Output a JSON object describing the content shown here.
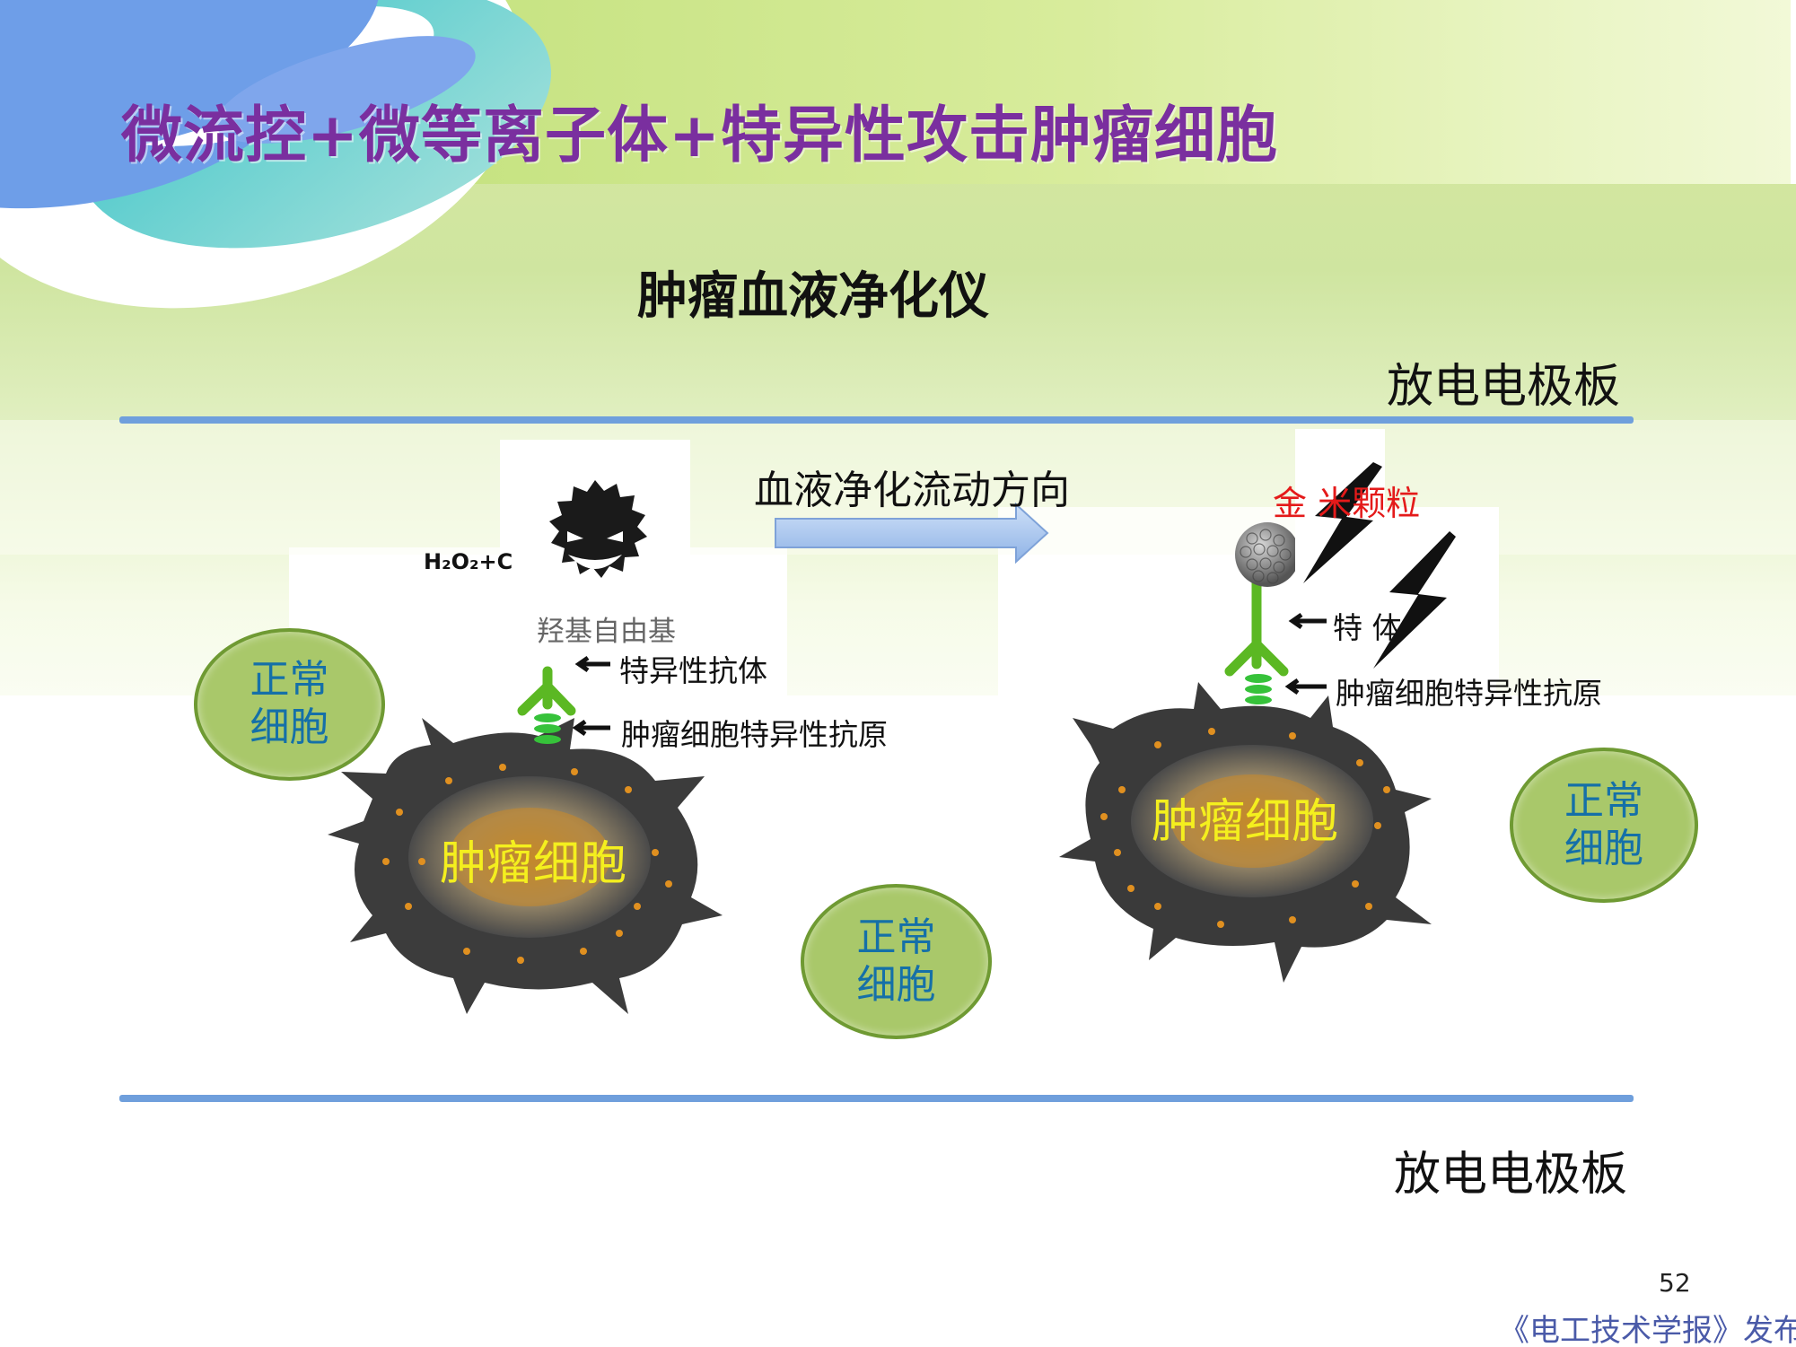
{
  "slide": {
    "title": "微流控+微等离子体+特异性攻击肿瘤细胞",
    "subtitle": "肿瘤血液净化仪",
    "page_number": "52",
    "publisher": "《电工技术学报》发布"
  },
  "plates": {
    "top_label": "放电电极板",
    "bottom_label": "放电电极板"
  },
  "flow": {
    "label": "血液净化流动方向"
  },
  "left_scene": {
    "formula": "H₂O₂+C",
    "radical_label": "羟基自由基",
    "antibody_label": "特异性抗体",
    "antigen_label": "肿瘤细胞特异性抗原",
    "tumor_label": "肿瘤细胞"
  },
  "right_scene": {
    "nanoparticle_label": "金    米颗粒",
    "antibody_label": "特      体",
    "antigen_label": "肿瘤细胞特异性抗原",
    "tumor_label": "肿瘤细胞"
  },
  "normal_cells": [
    {
      "line1": "正常",
      "line2": "细胞"
    },
    {
      "line1": "正常",
      "line2": "细胞"
    },
    {
      "line1": "正常",
      "line2": "细胞"
    }
  ],
  "colors": {
    "title": "#7a2f9f",
    "plate_line": "#6f9fdc",
    "normal_cell_fill": "#a9c86a",
    "normal_cell_text": "#1570a8",
    "tumor_text": "#f4ef1e",
    "nanoparticle_text": "#e41a1a"
  }
}
